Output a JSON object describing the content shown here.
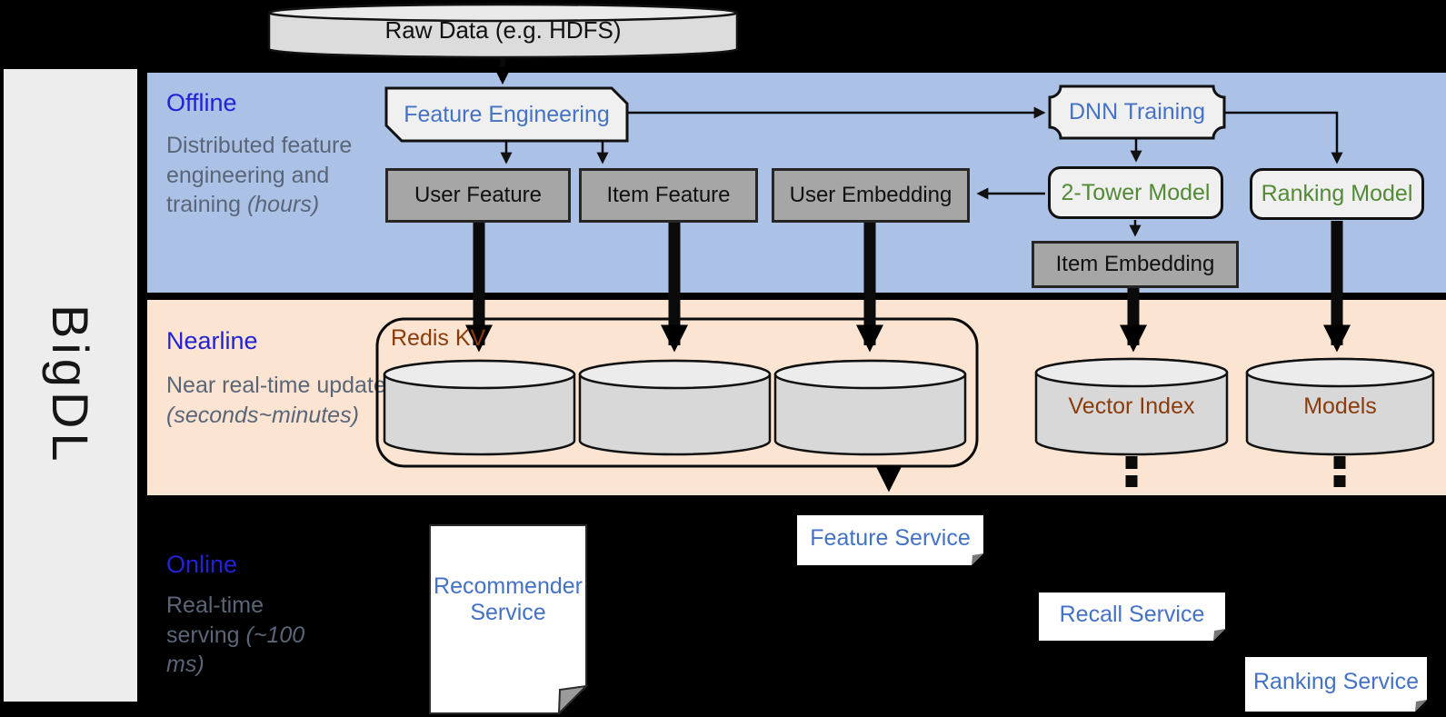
{
  "brand": "BigDL",
  "source": {
    "label": "Raw Data (e.g. HDFS)"
  },
  "lanes": {
    "offline": {
      "title": "Offline",
      "desc": "Distributed feature engineering and training ",
      "desc_italic": "(hours)"
    },
    "nearline": {
      "title": "Nearline",
      "desc": "Near real-time update ",
      "desc_italic": "(seconds~minutes)"
    },
    "online": {
      "title": "Online",
      "desc": "Real-time serving ",
      "desc_italic": "(~100 ms)"
    }
  },
  "nodes": {
    "feature_engineering": "Feature Engineering",
    "dnn_training": "DNN Training",
    "user_feature": "User Feature",
    "item_feature": "Item Feature",
    "user_embedding": "User Embedding",
    "two_tower_model": "2-Tower Model",
    "ranking_model": "Ranking Model",
    "item_embedding": "Item Embedding",
    "redis_kv": "Redis KV",
    "vector_index": "Vector Index",
    "models": "Models",
    "recommender_service": "Recommender Service",
    "feature_service": "Feature Service",
    "recall_service": "Recall Service",
    "ranking_service": "Ranking Service"
  },
  "colors": {
    "offline_band": "#abc1e6",
    "nearline_band": "#fce4d3",
    "online_band": "#000000",
    "lane_title_blue": "#2222d4",
    "lane_desc_gray": "#5a6678",
    "node_text_blue": "#4472c4",
    "model_text_green": "#538a35",
    "storage_text_brown": "#8a3c0c",
    "gray_box_fill": "#a6a6a6",
    "sidebar_fill": "#ededed"
  }
}
